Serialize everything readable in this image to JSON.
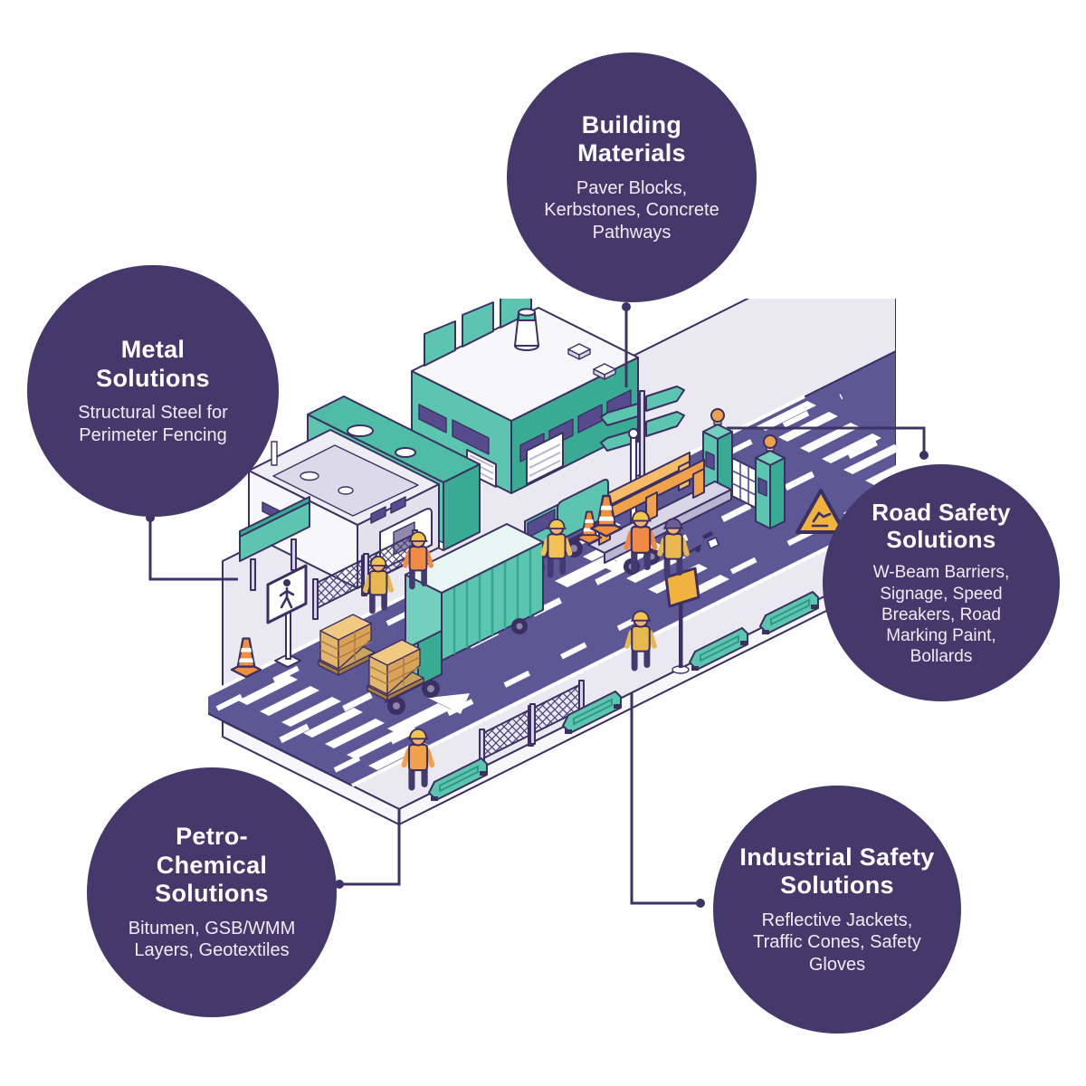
{
  "bubbles": [
    {
      "id": "building-materials",
      "title": "Building\nMaterials",
      "description": "Paver Blocks,\nKerbstones, Concrete\nPathways"
    },
    {
      "id": "metal-solutions",
      "title": "Metal\nSolutions",
      "description": "Structural Steel for\nPerimeter Fencing"
    },
    {
      "id": "road-safety-solutions",
      "title": "Road Safety\nSolutions",
      "description": "W-Beam Barriers,\nSignage, Speed\nBreakers, Road\nMarking Paint,\nBollards"
    },
    {
      "id": "petro-chemical-solutions",
      "title": "Petro-\nChemical\nSolutions",
      "description": "Bitumen, GSB/WMM\nLayers, Geotextiles"
    },
    {
      "id": "industrial-safety-solutions",
      "title": "Industrial Safety\nSolutions",
      "description": "Reflective Jackets,\nTraffic Cones, Safety\nGloves"
    }
  ],
  "colors": {
    "bubble": "#45396b",
    "connector": "#3e3366",
    "bubble-text": "#ffffff",
    "bubble-subtext": "#efecf6",
    "outline": "#3b2f63",
    "teal": "#5cc5b0",
    "teal-light": "#74cfbd",
    "teal-dark": "#3aab93",
    "road": "#5c5896",
    "ground": "#eae9f1",
    "surface-white": "#f7f6fa",
    "orange": "#f0a24a",
    "orange-light": "#f6bc6a",
    "cone-orange": "#ef8f41",
    "sign-yellow": "#f2b23e",
    "brick": "#e4b66c",
    "safety-yellow": "#f2c157",
    "hi-vis-orange": "#f08a44",
    "window": "#564c8d",
    "metal-gray": "#d8d5e6"
  }
}
